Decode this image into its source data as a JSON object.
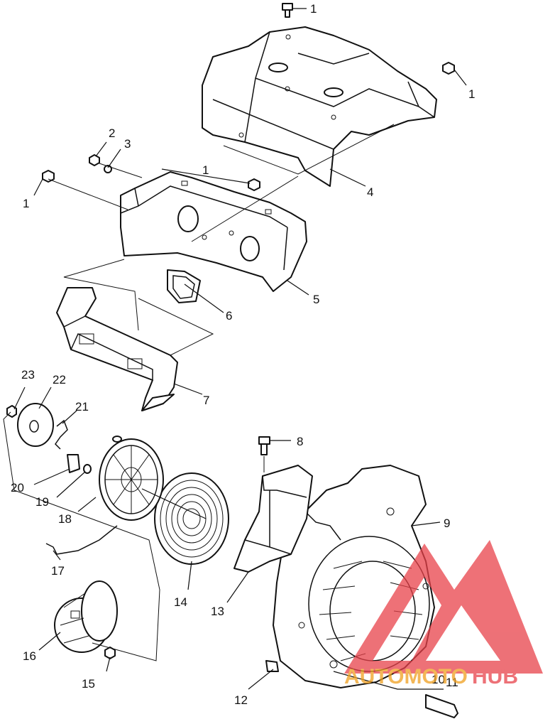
{
  "callouts": {
    "c1a": "1",
    "c1b": "1",
    "c1c": "1",
    "c1d": "1",
    "c2": "2",
    "c3": "3",
    "c4": "4",
    "c5": "5",
    "c6": "6",
    "c7": "7",
    "c8": "8",
    "c9": "9",
    "c10": "10",
    "c11": "11",
    "c12": "12",
    "c13": "13",
    "c14": "14",
    "c15": "15",
    "c16": "16",
    "c17": "17",
    "c18": "18",
    "c19": "19",
    "c20": "20",
    "c21": "21",
    "c22": "22",
    "c23": "23"
  },
  "watermark": {
    "part1": "AUTOMOTO",
    "part2": "HUB",
    "color_primary": "#e8424a",
    "color_secondary": "#f0a020"
  }
}
